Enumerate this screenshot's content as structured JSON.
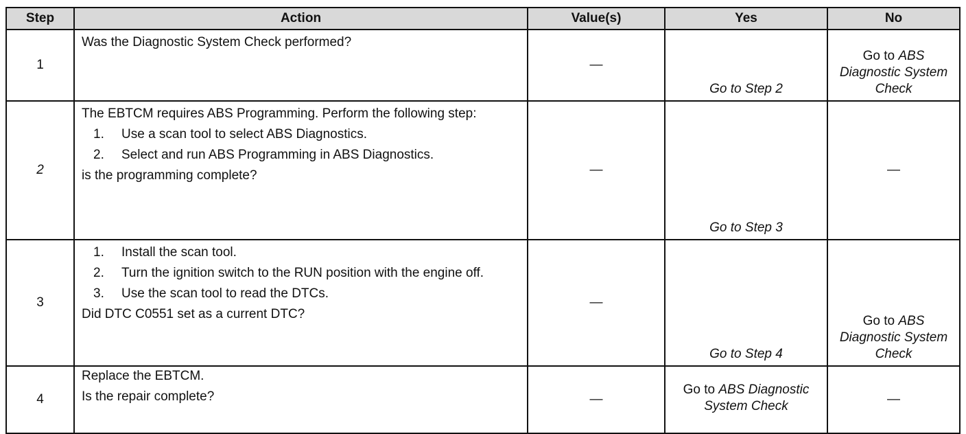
{
  "table": {
    "headers": [
      "Step",
      "Action",
      "Value(s)",
      "Yes",
      "No"
    ],
    "rows": [
      {
        "step": "1",
        "action_intro": "Was the Diagnostic System Check performed?",
        "value": "—",
        "yes": "Go to Step 2",
        "no_prefix": "Go to ",
        "no_italic": "ABS Diagnostic System Check"
      },
      {
        "step": "2",
        "action_intro": "The EBTCM requires ABS Programming. Perform the following step:",
        "action_items": [
          {
            "num": "1.",
            "text": "Use a scan tool to select ABS Diagnostics."
          },
          {
            "num": "2.",
            "text": "Select and run ABS Programming in ABS Diagnostics."
          }
        ],
        "action_question": "is the programming complete?",
        "value": "—",
        "yes": "Go to Step 3",
        "no": "—"
      },
      {
        "step": "3",
        "action_items": [
          {
            "num": "1.",
            "text": "Install the scan tool."
          },
          {
            "num": "2.",
            "text": "Turn the ignition switch to the RUN position with the engine off."
          },
          {
            "num": "3.",
            "text": "Use the scan tool to read the DTCs."
          }
        ],
        "action_question": "Did DTC C0551 set as a current DTC?",
        "value": "—",
        "yes": "Go to Step 4",
        "no_prefix": "Go to ",
        "no_italic": "ABS Diagnostic System Check"
      },
      {
        "step": "4",
        "action_intro": "Replace the EBTCM.",
        "action_question": "Is the repair complete?",
        "value": "—",
        "yes_prefix": "Go to ",
        "yes_italic": "ABS Diagnostic System Check",
        "no": "—"
      }
    ]
  }
}
